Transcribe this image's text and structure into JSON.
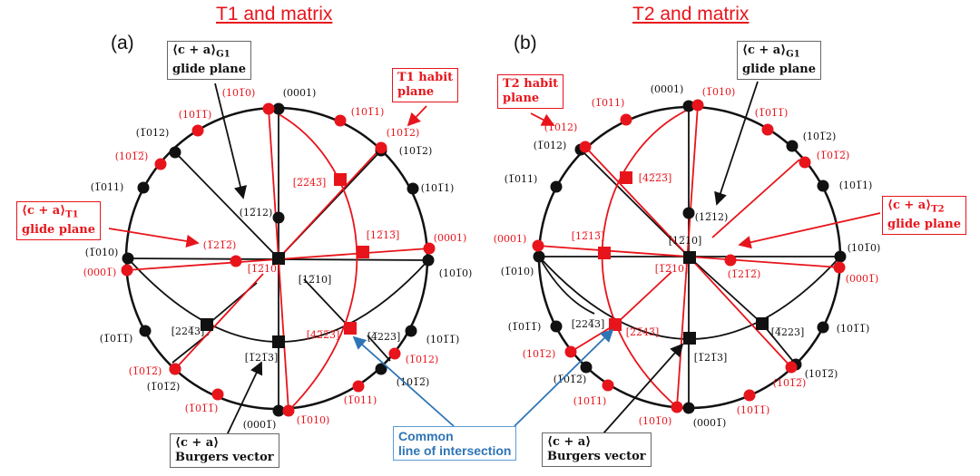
{
  "titles": {
    "a": "T1 and matrix",
    "b": "T2 and matrix"
  },
  "panel_letters": {
    "a": "(a)",
    "b": "(b)"
  },
  "colors": {
    "matrix": "#111111",
    "twin": "#e8141b",
    "common": "#2e75b6"
  },
  "callouts": {
    "a": {
      "g1_glide": {
        "main": "⟨c + a⟩",
        "sub": "G1",
        "line2": "glide plane"
      },
      "t1_habit": {
        "line1": "T1 habit",
        "line2": "plane"
      },
      "t1_glide": {
        "main": "⟨c + a⟩",
        "sub": "T1",
        "line2": "glide plane"
      },
      "burgers": {
        "line1": "⟨c + a⟩",
        "line2": "Burgers vector"
      }
    },
    "b": {
      "g1_glide": {
        "main": "⟨c + a⟩",
        "sub": "G1",
        "line2": "glide plane"
      },
      "t2_habit": {
        "line1": "T2 habit",
        "line2": "plane"
      },
      "t2_glide": {
        "main": "⟨c + a⟩",
        "sub": "T2",
        "line2": "glide plane"
      },
      "burgers": {
        "line1": "⟨c + a⟩",
        "line2": "Burgers vector"
      }
    },
    "common": {
      "line1": "Common",
      "line2": "line of intersection"
    }
  },
  "panels": {
    "a": {
      "poles": [
        {
          "label": "(0001)",
          "phase": "matrix"
        },
        {
          "label": "(101̅0)",
          "phase": "twin"
        },
        {
          "label": "(101̅1)",
          "phase": "twin"
        },
        {
          "label": "(101̅2)",
          "phase": "twin"
        },
        {
          "label": "(101̅2)",
          "phase": "matrix"
        },
        {
          "label": "(101̅1)",
          "phase": "matrix"
        },
        {
          "label": "(101̅0)",
          "phase": "matrix"
        },
        {
          "label": "(0001)",
          "phase": "twin"
        },
        {
          "label": "(101̅1̅)",
          "phase": "matrix"
        },
        {
          "label": "(1̅012)",
          "phase": "twin"
        },
        {
          "label": "(101̅2̅)",
          "phase": "matrix"
        },
        {
          "label": "(1̅011)",
          "phase": "twin"
        },
        {
          "label": "(1̅010)",
          "phase": "twin"
        },
        {
          "label": "(0001̅)",
          "phase": "matrix"
        },
        {
          "label": "(1̅01̅1̅)",
          "phase": "twin"
        },
        {
          "label": "(1̅01̅2̅)",
          "phase": "matrix"
        },
        {
          "label": "(1̅01̅2̅)",
          "phase": "twin"
        },
        {
          "label": "(1̅01̅1̅)",
          "phase": "matrix"
        },
        {
          "label": "(0001̅)",
          "phase": "twin"
        },
        {
          "label": "(1̅010)",
          "phase": "matrix"
        },
        {
          "label": "(1̅011)",
          "phase": "matrix"
        },
        {
          "label": "(1̅012)",
          "phase": "matrix"
        },
        {
          "label": "(101̅2̅)",
          "phase": "twin"
        },
        {
          "label": "(101̅1̅)",
          "phase": "twin"
        },
        {
          "label": "(12̅12)",
          "phase": "matrix"
        },
        {
          "label": "(1̅21̅2̅)",
          "phase": "twin"
        }
      ],
      "directions": [
        {
          "label": "[12̅10]",
          "phase": "matrix"
        },
        {
          "label": "[1̅2̅10]",
          "phase": "twin"
        },
        {
          "label": "[2̅2̅43̅]",
          "phase": "twin"
        },
        {
          "label": "[12̅13̅]",
          "phase": "twin"
        },
        {
          "label": "[42̅2̅3̅]",
          "phase": "twin"
        },
        {
          "label": "[4̅223]",
          "phase": "matrix"
        },
        {
          "label": "[224̅3]",
          "phase": "matrix"
        },
        {
          "label": "[1̅21̅3]",
          "phase": "matrix"
        }
      ]
    },
    "b": {
      "poles": [
        {
          "label": "(0001)",
          "phase": "matrix"
        },
        {
          "label": "(1̅010)",
          "phase": "twin"
        },
        {
          "label": "(1̅011)",
          "phase": "twin"
        },
        {
          "label": "(1̅012)",
          "phase": "twin"
        },
        {
          "label": "(1̅012)",
          "phase": "matrix"
        },
        {
          "label": "(1̅011)",
          "phase": "matrix"
        },
        {
          "label": "(1̅010)",
          "phase": "matrix"
        },
        {
          "label": "(0001)",
          "phase": "twin"
        },
        {
          "label": "(1̅01̅1̅)",
          "phase": "matrix"
        },
        {
          "label": "(101̅2)",
          "phase": "twin"
        },
        {
          "label": "(1̅01̅2̅)",
          "phase": "matrix"
        },
        {
          "label": "(101̅1)",
          "phase": "twin"
        },
        {
          "label": "(101̅0)",
          "phase": "twin"
        },
        {
          "label": "(0001̅)",
          "phase": "matrix"
        },
        {
          "label": "(101̅1̅)",
          "phase": "twin"
        },
        {
          "label": "(101̅2̅)",
          "phase": "twin"
        },
        {
          "label": "(101̅2̅)",
          "phase": "matrix"
        },
        {
          "label": "(101̅1̅)",
          "phase": "matrix"
        },
        {
          "label": "(0001̅)",
          "phase": "twin"
        },
        {
          "label": "(101̅0)",
          "phase": "matrix"
        },
        {
          "label": "(101̅1)",
          "phase": "matrix"
        },
        {
          "label": "(1̅01̅2̅)",
          "phase": "twin"
        },
        {
          "label": "(101̅2)",
          "phase": "matrix"
        },
        {
          "label": "(1̅01̅1̅)",
          "phase": "twin"
        },
        {
          "label": "(12̅12)",
          "phase": "matrix"
        },
        {
          "label": "(1̅21̅2̅)",
          "phase": "twin"
        }
      ],
      "directions": [
        {
          "label": "[12̅10]",
          "phase": "matrix"
        },
        {
          "label": "[1̅2̅10]",
          "phase": "twin"
        },
        {
          "label": "[42̅2̅3̅]",
          "phase": "twin"
        },
        {
          "label": "[12̅13̅]",
          "phase": "twin"
        },
        {
          "label": "[2̅2̅43̅]",
          "phase": "twin"
        },
        {
          "label": "[224̅3]",
          "phase": "matrix"
        },
        {
          "label": "[4̅223]",
          "phase": "matrix"
        },
        {
          "label": "[1̅21̅3]",
          "phase": "matrix"
        }
      ]
    }
  }
}
